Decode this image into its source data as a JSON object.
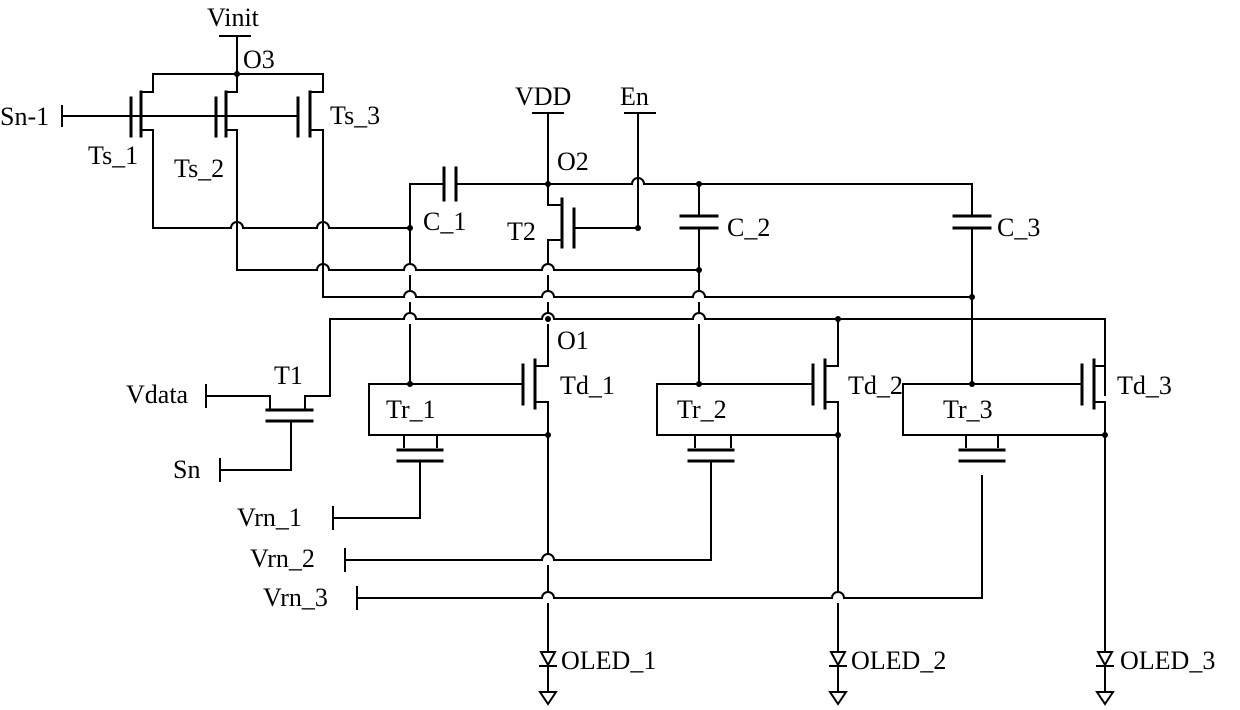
{
  "labels": {
    "vinit": "Vinit",
    "o3": "O3",
    "sn1": "Sn-1",
    "ts1": "Ts_1",
    "ts2": "Ts_2",
    "ts3": "Ts_3",
    "vdd": "VDD",
    "en": "En",
    "o2": "O2",
    "c1": "C_1",
    "t2": "T2",
    "c2": "C_2",
    "c3": "C_3",
    "o1": "O1",
    "t1": "T1",
    "vdata": "Vdata",
    "sn": "Sn",
    "td1": "Td_1",
    "td2": "Td_2",
    "td3": "Td_3",
    "tr1": "Tr_1",
    "tr2": "Tr_2",
    "tr3": "Tr_3",
    "vrn1": "Vrn_1",
    "vrn2": "Vrn_2",
    "vrn3": "Vrn_3",
    "oled1": "OLED_1",
    "oled2": "OLED_2",
    "oled3": "OLED_3"
  }
}
